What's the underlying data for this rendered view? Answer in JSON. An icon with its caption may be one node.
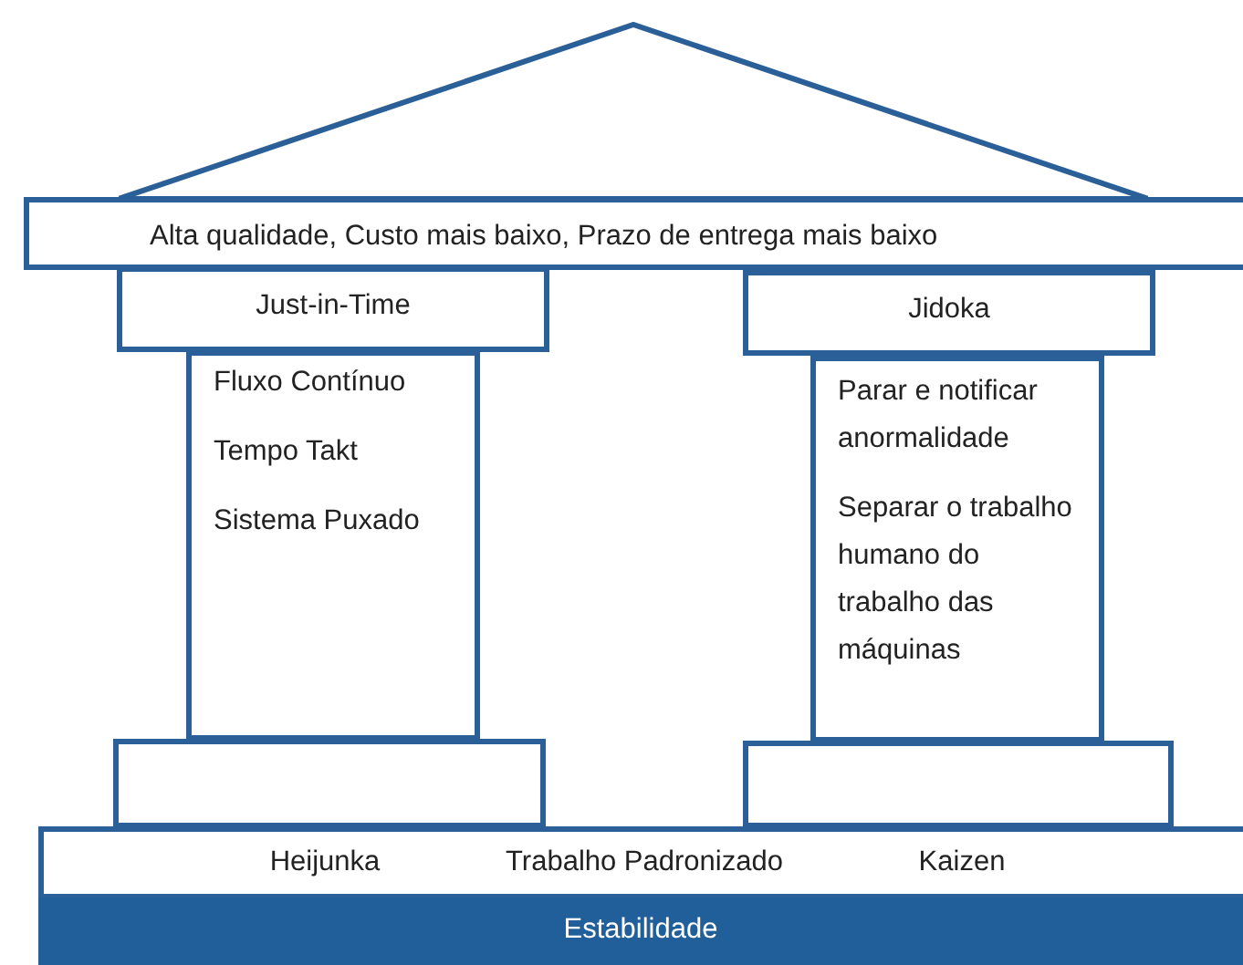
{
  "diagram": {
    "nodes": [
      {
        "text": [],
        "shape": "triangle"
      },
      {
        "text": [
          "Alta qualidade, Custo mais baixo, Prazo de entrega mais baixo"
        ]
      },
      {
        "text": [
          "Just-in-Time"
        ]
      },
      {
        "text": [
          "Fluxo Contínuo",
          "Tempo Takt",
          "Sistema Puxado"
        ]
      },
      {
        "text": [
          "Jidoka"
        ]
      },
      {
        "text": [
          "Parar e notificar anormalidade",
          "Separar o trabalho humano do trabalho das máquinas"
        ]
      },
      {
        "text": [],
        "shape": "box"
      },
      {
        "text": [],
        "shape": "box"
      },
      {
        "text": [
          "Heijunka",
          "Trabalho Padronizado",
          "Kaizen"
        ]
      },
      {
        "text": [
          "Estabilidade"
        ]
      }
    ]
  }
}
